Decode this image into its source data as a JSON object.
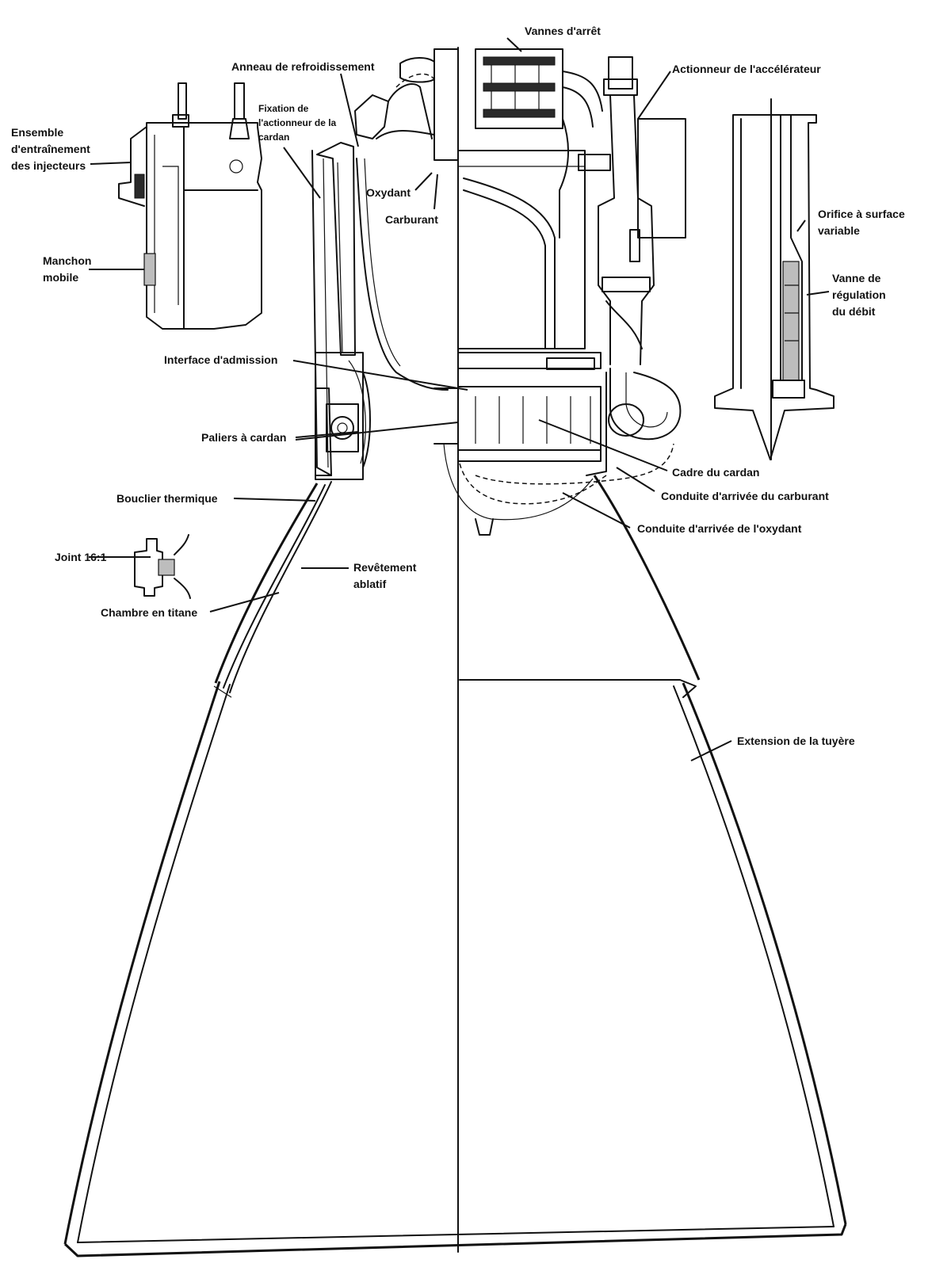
{
  "labels": {
    "vannes_arret": "Vannes d'arrêt",
    "anneau_refroidissement": "Anneau de refroidissement",
    "actionneur_accelerateur": "Actionneur de l'accélérateur",
    "fixation_actionneur": "Fixation de\nl'actionneur de la\ncardan",
    "ensemble_injecteurs": "Ensemble\nd'entraînement\ndes injecteurs",
    "oxydant": "Oxydant",
    "carburant": "Carburant",
    "orifice_surface": "Orifice à surface\nvariable",
    "manchon_mobile": "Manchon\nmobile",
    "vanne_regulation": "Vanne de\nrégulation\ndu débit",
    "interface_admission": "Interface d'admission",
    "paliers_cardan": "Paliers à cardan",
    "cadre_cardan": "Cadre du cardan",
    "bouclier_thermique": "Bouclier thermique",
    "conduite_carburant": "Conduite d'arrivée du carburant",
    "conduite_oxydant": "Conduite d'arrivée de l'oxydant",
    "joint": "Joint 16:1",
    "revetement_ablatif": "Revêtement\nablatif",
    "chambre_titane": "Chambre en titane",
    "extension_tuyere": "Extension de la tuyère"
  }
}
